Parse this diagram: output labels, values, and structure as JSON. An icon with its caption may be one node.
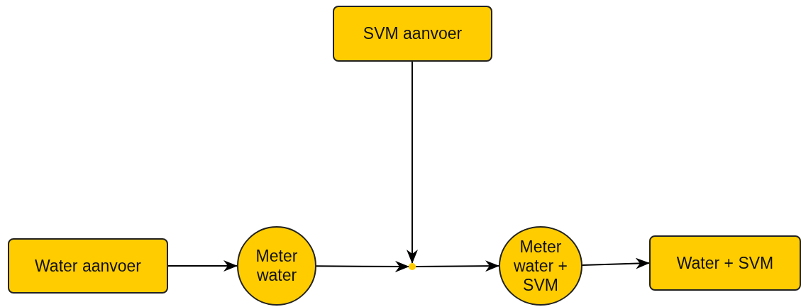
{
  "diagram": {
    "nodes": [
      {
        "text": [
          "SVM aanvoer"
        ]
      },
      {
        "text": [
          "Water aanvoer"
        ]
      },
      {
        "text": [
          "Meter water"
        ]
      },
      {
        "text": [],
        "shape": "circle"
      },
      {
        "text": [
          "Meter water + SVM"
        ]
      },
      {
        "text": [
          "Water + SVM"
        ]
      }
    ],
    "edges": [
      {
        "from": 1,
        "to": 2,
        "arrow": "to"
      },
      {
        "from": 2,
        "to": 3,
        "arrow": "to"
      },
      {
        "from": 0,
        "to": 3,
        "arrow": "to"
      },
      {
        "from": 3,
        "to": 4,
        "arrow": "to"
      },
      {
        "from": 4,
        "to": 5,
        "arrow": "to"
      }
    ]
  }
}
